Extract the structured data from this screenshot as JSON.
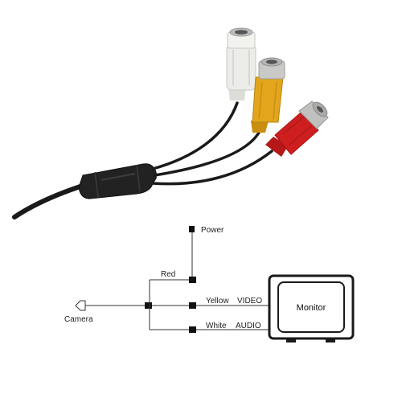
{
  "photo": {
    "cable_color": "#1a1a1a",
    "connectors": [
      {
        "name": "white-rca",
        "color": "#e9e9e6"
      },
      {
        "name": "yellow-rca",
        "color": "#e2a51c"
      },
      {
        "name": "red-rca",
        "color": "#cf1e1e"
      }
    ]
  },
  "diagram": {
    "labels": {
      "power": "Power",
      "red": "Red",
      "yellow": "Yellow",
      "video": "VIDEO",
      "white": "White",
      "audio": "AUDIO",
      "camera": "Camera",
      "monitor": "Monitor"
    }
  }
}
